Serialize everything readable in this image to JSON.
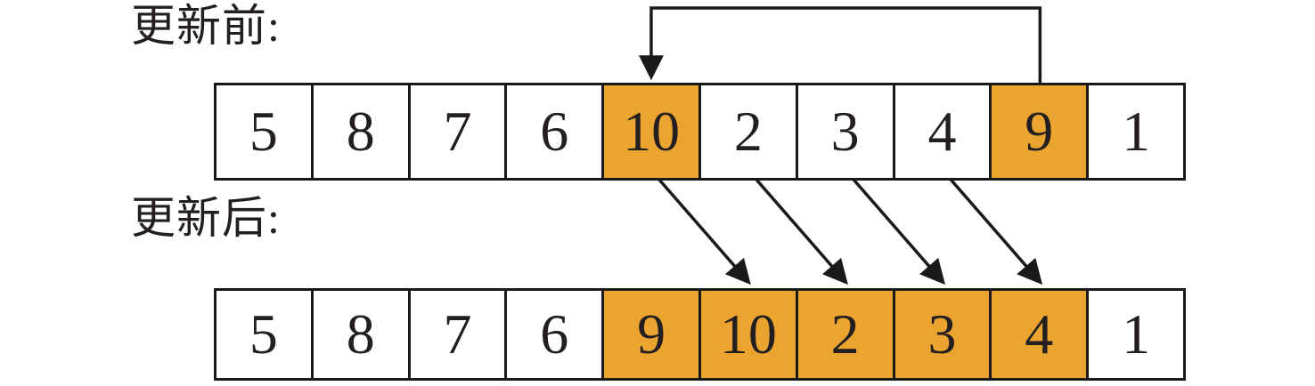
{
  "labels": {
    "before": "更新前:",
    "after": "更新后:"
  },
  "array_before": {
    "values": [
      "5",
      "8",
      "7",
      "6",
      "10",
      "2",
      "3",
      "4",
      "9",
      "1"
    ],
    "highlighted_indices": [
      4,
      8
    ]
  },
  "array_after": {
    "values": [
      "5",
      "8",
      "7",
      "6",
      "9",
      "10",
      "2",
      "3",
      "4",
      "1"
    ],
    "highlighted_indices": [
      4,
      5,
      6,
      7,
      8
    ]
  },
  "arrows": {
    "insert_arrow": {
      "from_index": 8,
      "to_index": 4
    },
    "shift_arrows": [
      {
        "from_index": 4,
        "to_index": 5
      },
      {
        "from_index": 5,
        "to_index": 6
      },
      {
        "from_index": 6,
        "to_index": 7
      },
      {
        "from_index": 7,
        "to_index": 8
      }
    ]
  },
  "colors": {
    "highlight": "#EBA42F",
    "line": "#1A1A1A",
    "text": "#231F20"
  }
}
